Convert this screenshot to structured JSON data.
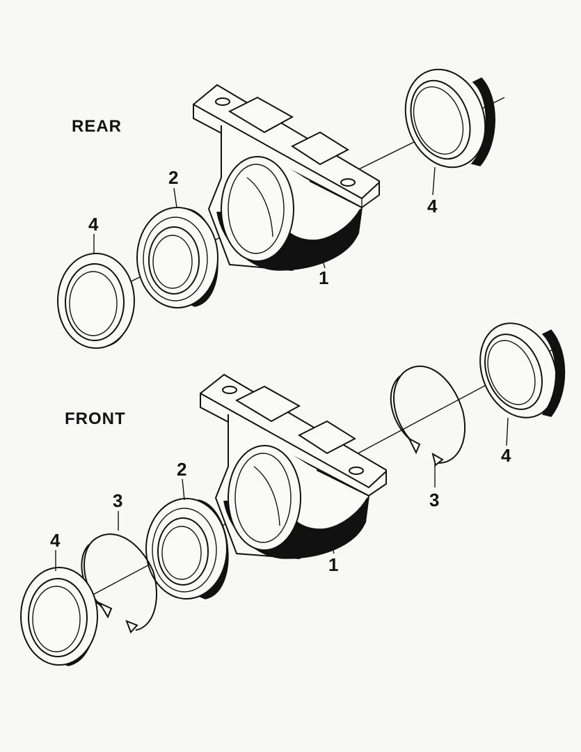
{
  "sections": {
    "rear": "REAR",
    "front": "FRONT"
  },
  "callouts": {
    "rear": [
      "1",
      "2",
      "4",
      "4"
    ],
    "front": [
      "1",
      "2",
      "3",
      "3",
      "4",
      "4"
    ]
  }
}
